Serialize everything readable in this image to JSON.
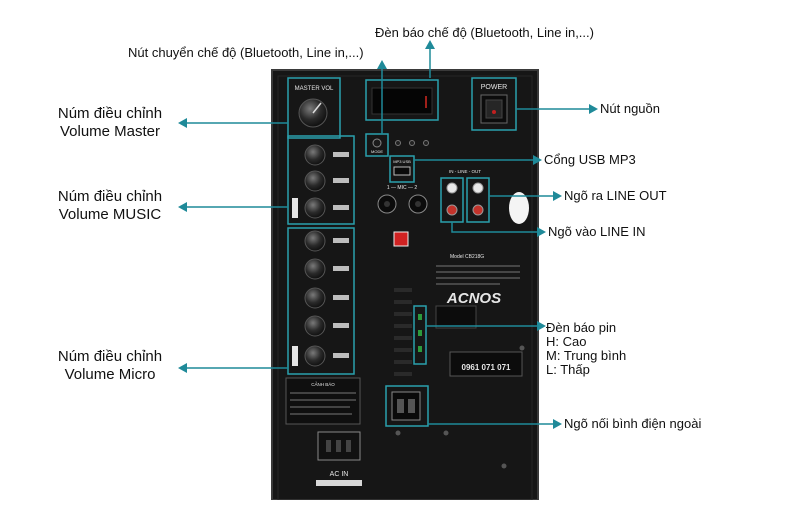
{
  "colors": {
    "callout": "#1f8a99",
    "panel": "#161616",
    "panel_border": "#3a3a3a",
    "text": "#111111",
    "panel_text": "#e6e6e6"
  },
  "callouts": {
    "mode_indicator": "Đèn báo chế độ (Bluetooth, Line in,...)",
    "mode_button": "Nút chuyển chế độ (Bluetooth, Line in,...)",
    "power_button": "Nút nguồn",
    "master_volume": [
      "Núm điều chỉnh",
      "Volume Master"
    ],
    "usb_port": "Cổng USB MP3",
    "line_out": "Ngõ ra LINE OUT",
    "music_volume": [
      "Núm điều chỉnh",
      "Volume MUSIC"
    ],
    "line_in": "Ngõ vào LINE IN",
    "battery_indicator": [
      "Đèn báo pin",
      "H: Cao",
      "M: Trung bình",
      "L: Thấp"
    ],
    "mic_volume": [
      "Núm điều chỉnh",
      "Volume Micro"
    ],
    "external_battery": "Ngõ nối bình điện ngoài"
  },
  "panel": {
    "master_vol": "MASTER VOL",
    "power": "POWER",
    "mode": "MODE",
    "usb": "MP3 USB",
    "in_line_out": "IN - LINE - OUT",
    "mic": "1 — MIC — 2",
    "brand": "ACNOS",
    "model": "Model CB218G",
    "phone": "0961 071 071",
    "ac_in": "AC IN",
    "caution": "CẢNH BÁO"
  }
}
